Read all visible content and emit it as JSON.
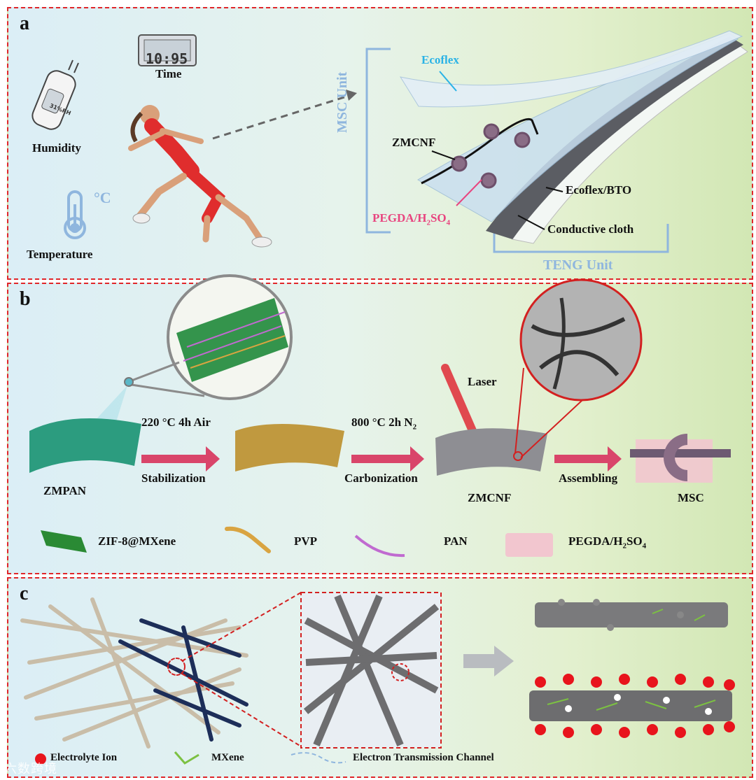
{
  "panel_a": {
    "label": "a",
    "humidity": "Humidity",
    "humidity_readout": "31%RH",
    "time": "Time",
    "time_readout": "10:95",
    "temperature": "Temperature",
    "temp_unit": "°C",
    "msc_unit": "MSC Unit",
    "teng_unit": "TENG Unit",
    "ecoflex": "Ecoflex",
    "zmcnf": "ZMCNF",
    "pegda": "PEGDA/H",
    "pegda_sub2": "2",
    "pegda_so": "SO",
    "pegda_sub4": "4",
    "ecoflex_bto": "Ecoflex/BTO",
    "conductive_cloth": "Conductive cloth"
  },
  "panel_b": {
    "label": "b",
    "step1_cond": "220 °C 4h Air",
    "step1_name": "Stabilization",
    "step2_cond_prefix": "800 °C 2h N",
    "step2_cond_sub": "2",
    "step2_name": "Carbonization",
    "laser": "Laser",
    "step3_name": "Assembling",
    "zmpan": "ZMPAN",
    "zmcnf": "ZMCNF",
    "msc": "MSC",
    "legend": {
      "zif": "ZIF-8@MXene",
      "pvp": "PVP",
      "pan": "PAN",
      "pegda": "PEGDA/H",
      "pegda_sub2": "2",
      "pegda_so": "SO",
      "pegda_sub4": "4"
    }
  },
  "panel_c": {
    "label": "c",
    "legend": {
      "ion": "Electrolyte Ion",
      "mxene": "MXene",
      "channel": "Electron Transmission Channel"
    }
  },
  "colors": {
    "frame": "#e0262a",
    "accent_blue": "#2ab3e6",
    "accent_pink": "#e8457f",
    "ion_red": "#e8141c",
    "fiber_grey": "#6d6d6f",
    "mxene_green": "#7cc142"
  },
  "watermark": "六数跨境"
}
